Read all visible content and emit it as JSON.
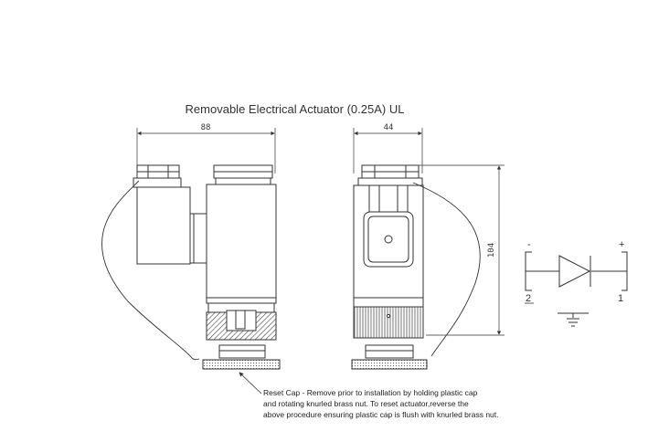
{
  "title": "Removable Electrical Actuator (0.25A) UL",
  "dimensions": {
    "width_front": "88",
    "width_side": "44",
    "height": "104"
  },
  "symbol": {
    "minus": "-",
    "plus": "+",
    "terminal_left": "2",
    "terminal_right": "1"
  },
  "note": {
    "line1": "Reset Cap - Remove prior to installation by holding plastic cap",
    "line2": "and rotating knurled brass nut. To reset actuator,reverse the",
    "line3": "above procedure ensuring plastic cap is flush with knurled brass nut."
  }
}
